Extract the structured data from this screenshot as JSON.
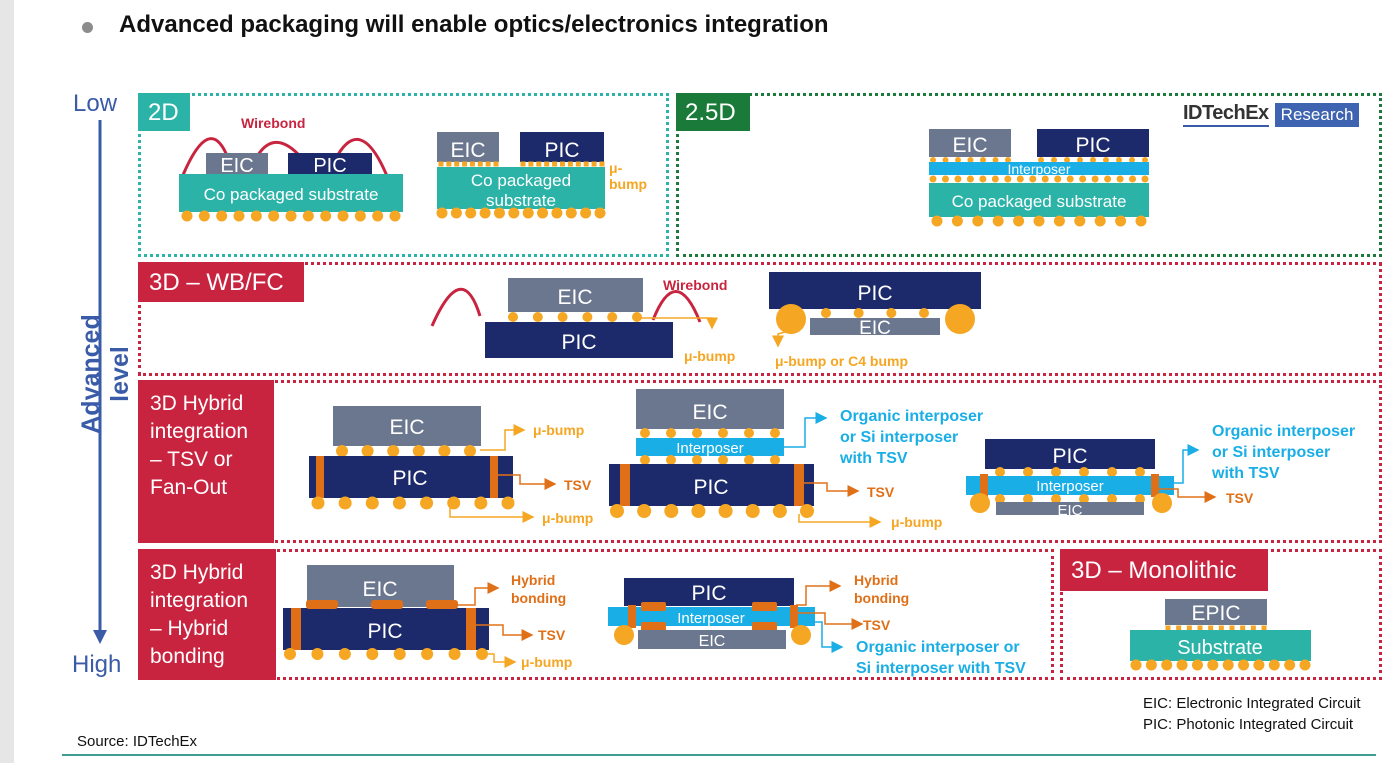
{
  "title": "Advanced packaging will enable optics/electronics integration",
  "axis": {
    "low": "Low",
    "high": "High",
    "label": "Advanced level"
  },
  "logo": {
    "brand": "IDTechEx",
    "suffix": "Research"
  },
  "colors": {
    "teal": "#2bb3a8",
    "green": "#1a7a3a",
    "red": "#c9243f",
    "navy": "#1c2a6b",
    "gray": "#6b778f",
    "orange": "#f5a623",
    "tsv": "#e07018",
    "cyan": "#19aee6",
    "axis_blue": "#3a5ba8"
  },
  "panels": {
    "p2d": {
      "tag": "2D",
      "wirebond": "Wirebond",
      "eic": "EIC",
      "pic": "PIC",
      "substrate": "Co packaged substrate",
      "eic2": "EIC",
      "pic2": "PIC",
      "substrate2_l1": "Co packaged",
      "substrate2_l2": "substrate",
      "ubump_l1": "μ-",
      "ubump_l2": "bump"
    },
    "p25d": {
      "tag": "2.5D",
      "eic": "EIC",
      "pic": "PIC",
      "interposer": "Interposer",
      "substrate": "Co packaged substrate"
    },
    "p3dwb": {
      "tag": "3D – WB/FC",
      "eic": "EIC",
      "pic": "PIC",
      "wirebond": "Wirebond",
      "ubump": "μ-bump",
      "pic2": "PIC",
      "eic2": "EIC",
      "bump_note": "μ-bump or C4 bump"
    },
    "p3dtsv": {
      "tag_lines": [
        "3D Hybrid",
        "integration",
        "– TSV or",
        "Fan-Out"
      ],
      "d1": {
        "eic": "EIC",
        "pic": "PIC",
        "ubump_top": "μ-bump",
        "tsv": "TSV",
        "ubump_bottom": "μ-bump"
      },
      "d2": {
        "eic": "EIC",
        "interposer": "Interposer",
        "pic": "PIC",
        "note_lines": [
          "Organic interposer",
          "or Si interposer",
          "with TSV"
        ],
        "tsv": "TSV",
        "ubump": "μ-bump"
      },
      "d3": {
        "pic": "PIC",
        "interposer": "Interposer",
        "eic": "EIC",
        "note_lines": [
          "Organic interposer",
          "or Si interposer",
          "with TSV"
        ],
        "tsv": "TSV"
      }
    },
    "p3dhb": {
      "tag_lines": [
        "3D Hybrid",
        "integration",
        "– Hybrid",
        "bonding"
      ],
      "d1": {
        "eic": "EIC",
        "pic": "PIC",
        "hb_lines": [
          "Hybrid",
          "bonding"
        ],
        "tsv": "TSV",
        "ubump": "μ-bump"
      },
      "d2": {
        "pic": "PIC",
        "interposer": "Interposer",
        "eic": "EIC",
        "hb_lines": [
          "Hybrid",
          "bonding"
        ],
        "tsv": "TSV",
        "note_lines": [
          "Organic interposer or",
          "Si interposer with TSV"
        ]
      }
    },
    "p3dmono": {
      "tag": "3D – Monolithic",
      "epic": "EPIC",
      "substrate": "Substrate"
    }
  },
  "legend": [
    "EIC: Electronic Integrated Circuit",
    "PIC: Photonic Integrated Circuit"
  ],
  "source": "Source: IDTechEx"
}
